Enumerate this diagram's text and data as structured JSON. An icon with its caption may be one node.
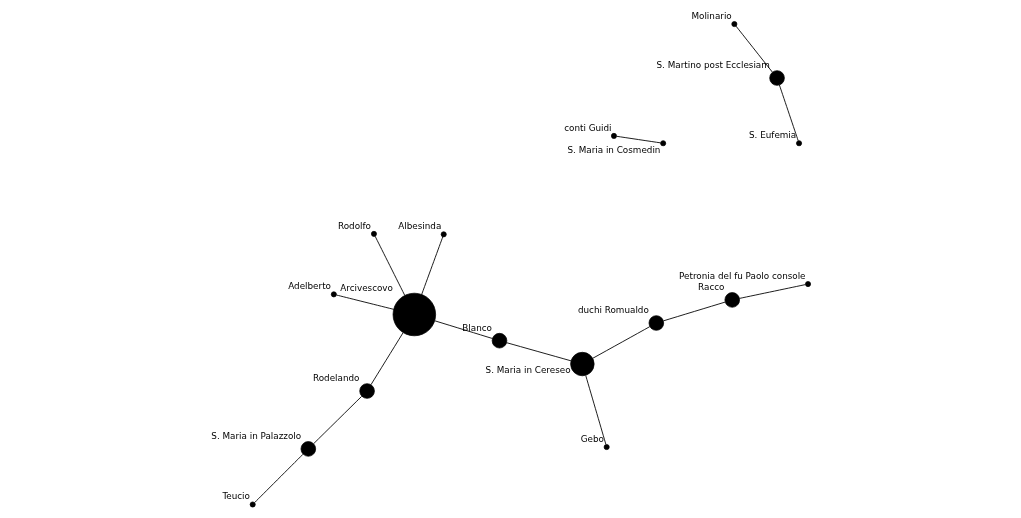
{
  "diagram": {
    "nodes": [
      {
        "text": [],
        "shape": "circle",
        "beside": [
          "Arcivescovo"
        ]
      },
      {
        "text": [],
        "shape": "circle",
        "beside": [
          "Albesinda"
        ]
      },
      {
        "text": [],
        "shape": "circle",
        "beside": [
          "Adelberto"
        ]
      },
      {
        "text": [],
        "shape": "circle",
        "beside": [
          "Rodolfo"
        ]
      },
      {
        "text": [],
        "shape": "circle",
        "beside": [
          "Blanco"
        ]
      },
      {
        "text": [],
        "shape": "circle",
        "beside": [
          "Rodelando"
        ]
      },
      {
        "text": [],
        "shape": "circle",
        "beside": [
          "S. Maria in Palazzolo"
        ]
      },
      {
        "text": [],
        "shape": "circle",
        "beside": [
          "Teucio"
        ]
      },
      {
        "text": [],
        "shape": "circle",
        "beside": [
          "S. Maria in Cereseo"
        ]
      },
      {
        "text": [],
        "shape": "circle",
        "beside": [
          "duchi Romualdo"
        ]
      },
      {
        "text": [],
        "shape": "circle",
        "beside": [
          "Racco"
        ]
      },
      {
        "text": [],
        "shape": "circle",
        "beside": [
          "Gebo"
        ]
      },
      {
        "text": [],
        "shape": "circle",
        "beside": [
          "Petronia del fu Paolo console"
        ]
      },
      {
        "text": [],
        "shape": "circle",
        "beside": [
          "Molinario"
        ]
      },
      {
        "text": [],
        "shape": "circle",
        "beside": [
          "S. Martino post Ecclesiam"
        ]
      },
      {
        "text": [],
        "shape": "circle",
        "beside": [
          "S. Eufemia"
        ]
      },
      {
        "text": [],
        "shape": "circle",
        "beside": [
          "conti Guidi"
        ]
      },
      {
        "text": [],
        "shape": "circle",
        "beside": [
          "S. Maria in Cosmedin"
        ]
      }
    ],
    "edges": [
      {
        "from": 0,
        "to": 1,
        "arrow": "none"
      },
      {
        "from": 0,
        "to": 2,
        "arrow": "none"
      },
      {
        "from": 0,
        "to": 3,
        "arrow": "none"
      },
      {
        "from": 0,
        "to": 4,
        "arrow": "none"
      },
      {
        "from": 0,
        "to": 5,
        "arrow": "none"
      },
      {
        "from": 5,
        "to": 6,
        "arrow": "none"
      },
      {
        "from": 6,
        "to": 7,
        "arrow": "none"
      },
      {
        "from": 4,
        "to": 8,
        "arrow": "none"
      },
      {
        "from": 8,
        "to": 9,
        "arrow": "none"
      },
      {
        "from": 8,
        "to": 11,
        "arrow": "none"
      },
      {
        "from": 9,
        "to": 10,
        "arrow": "none"
      },
      {
        "from": 10,
        "to": 12,
        "arrow": "none"
      },
      {
        "from": 13,
        "to": 14,
        "arrow": "none"
      },
      {
        "from": 14,
        "to": 15,
        "arrow": "none"
      },
      {
        "from": 16,
        "to": 17,
        "arrow": "none"
      }
    ]
  }
}
